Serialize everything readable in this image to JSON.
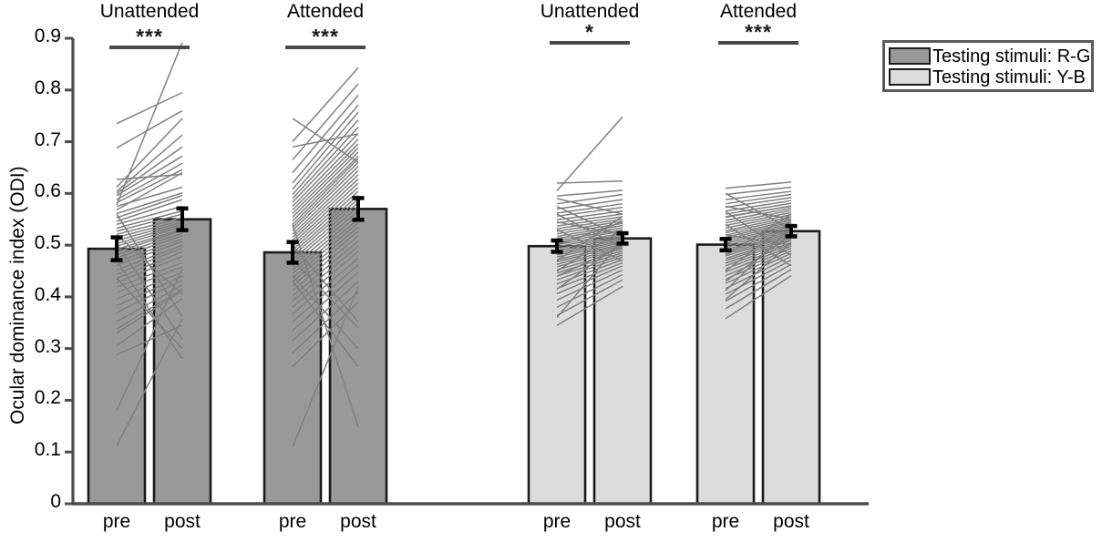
{
  "chart_data": {
    "type": "bar",
    "title": "",
    "xlabel": "",
    "ylabel": "Ocular dominance index (ODI)",
    "ylim": [
      0,
      0.9
    ],
    "ytick_labels": [
      "0",
      "0.1",
      "0.2",
      "0.3",
      "0.4",
      "0.5",
      "0.6",
      "0.7",
      "0.8",
      "0.9"
    ],
    "ytick_values": [
      0,
      0.1,
      0.2,
      0.3,
      0.4,
      0.5,
      0.6,
      0.7,
      0.8,
      0.9
    ],
    "grid": false,
    "legend_position": "right-top",
    "categories": [
      "pre",
      "post"
    ],
    "group_titles": [
      "Unattended",
      "Attended",
      "Unattended",
      "Attended"
    ],
    "legend": [
      {
        "label": "Testing stimuli: R-G",
        "color": "#999999"
      },
      {
        "label": "Testing stimuli: Y-B",
        "color": "#dcdcdc"
      }
    ],
    "groups": [
      {
        "title": "Unattended",
        "stimulus": "R-G",
        "fill": "#999999",
        "significance": "***",
        "bars": [
          {
            "label": "pre",
            "value": 0.493,
            "error": 0.022
          },
          {
            "label": "post",
            "value": 0.55,
            "error": 0.021
          }
        ],
        "subject_lines": [
          [
            0.578,
            0.892
          ],
          [
            0.735,
            0.795
          ],
          [
            0.688,
            0.76
          ],
          [
            0.627,
            0.637
          ],
          [
            0.612,
            0.745
          ],
          [
            0.604,
            0.713
          ],
          [
            0.6,
            0.69
          ],
          [
            0.596,
            0.672
          ],
          [
            0.588,
            0.658
          ],
          [
            0.582,
            0.646
          ],
          [
            0.575,
            0.612
          ],
          [
            0.568,
            0.64
          ],
          [
            0.561,
            0.601
          ],
          [
            0.553,
            0.596
          ],
          [
            0.546,
            0.588
          ],
          [
            0.54,
            0.575
          ],
          [
            0.533,
            0.566
          ],
          [
            0.527,
            0.56
          ],
          [
            0.521,
            0.553
          ],
          [
            0.515,
            0.548
          ],
          [
            0.509,
            0.544
          ],
          [
            0.503,
            0.54
          ],
          [
            0.498,
            0.536
          ],
          [
            0.492,
            0.531
          ],
          [
            0.487,
            0.528
          ],
          [
            0.481,
            0.523
          ],
          [
            0.475,
            0.518
          ],
          [
            0.468,
            0.512
          ],
          [
            0.461,
            0.507
          ],
          [
            0.452,
            0.5
          ],
          [
            0.444,
            0.495
          ],
          [
            0.436,
            0.487
          ],
          [
            0.428,
            0.478
          ],
          [
            0.419,
            0.466
          ],
          [
            0.408,
            0.458
          ],
          [
            0.396,
            0.448
          ],
          [
            0.383,
            0.44
          ],
          [
            0.37,
            0.432
          ],
          [
            0.352,
            0.423
          ],
          [
            0.33,
            0.412
          ],
          [
            0.305,
            0.397
          ],
          [
            0.288,
            0.345
          ],
          [
            0.436,
            0.3
          ],
          [
            0.47,
            0.28
          ],
          [
            0.503,
            0.318
          ],
          [
            0.338,
            0.415
          ],
          [
            0.18,
            0.455
          ],
          [
            0.112,
            0.358
          ],
          [
            0.56,
            0.362
          ],
          [
            0.52,
            0.405
          ]
        ]
      },
      {
        "title": "Attended",
        "stimulus": "R-G",
        "fill": "#999999",
        "significance": "***",
        "bars": [
          {
            "label": "pre",
            "value": 0.486,
            "error": 0.02
          },
          {
            "label": "post",
            "value": 0.57,
            "error": 0.021
          }
        ],
        "subject_lines": [
          [
            0.7,
            0.843
          ],
          [
            0.665,
            0.812
          ],
          [
            0.64,
            0.79
          ],
          [
            0.62,
            0.771
          ],
          [
            0.608,
            0.757
          ],
          [
            0.598,
            0.742
          ],
          [
            0.59,
            0.728
          ],
          [
            0.583,
            0.716
          ],
          [
            0.575,
            0.705
          ],
          [
            0.568,
            0.696
          ],
          [
            0.561,
            0.688
          ],
          [
            0.554,
            0.68
          ],
          [
            0.547,
            0.672
          ],
          [
            0.54,
            0.667
          ],
          [
            0.534,
            0.66
          ],
          [
            0.528,
            0.652
          ],
          [
            0.521,
            0.644
          ],
          [
            0.515,
            0.636
          ],
          [
            0.509,
            0.628
          ],
          [
            0.503,
            0.62
          ],
          [
            0.497,
            0.612
          ],
          [
            0.491,
            0.604
          ],
          [
            0.485,
            0.596
          ],
          [
            0.479,
            0.589
          ],
          [
            0.472,
            0.582
          ],
          [
            0.466,
            0.574
          ],
          [
            0.459,
            0.566
          ],
          [
            0.452,
            0.558
          ],
          [
            0.445,
            0.55
          ],
          [
            0.437,
            0.543
          ],
          [
            0.429,
            0.535
          ],
          [
            0.421,
            0.527
          ],
          [
            0.412,
            0.518
          ],
          [
            0.402,
            0.508
          ],
          [
            0.392,
            0.498
          ],
          [
            0.38,
            0.488
          ],
          [
            0.367,
            0.475
          ],
          [
            0.352,
            0.462
          ],
          [
            0.335,
            0.448
          ],
          [
            0.315,
            0.43
          ],
          [
            0.292,
            0.41
          ],
          [
            0.265,
            0.39
          ],
          [
            0.5,
            0.352
          ],
          [
            0.472,
            0.34
          ],
          [
            0.44,
            0.3
          ],
          [
            0.43,
            0.265
          ],
          [
            0.54,
            0.148
          ],
          [
            0.11,
            0.42
          ],
          [
            0.745,
            0.66
          ],
          [
            0.69,
            0.715
          ]
        ]
      },
      {
        "title": "Unattended",
        "stimulus": "Y-B",
        "fill": "#dcdcdc",
        "significance": "*",
        "bars": [
          {
            "label": "pre",
            "value": 0.498,
            "error": 0.011
          },
          {
            "label": "post",
            "value": 0.513,
            "error": 0.01
          }
        ],
        "subject_lines": [
          [
            0.605,
            0.748
          ],
          [
            0.62,
            0.624
          ],
          [
            0.595,
            0.606
          ],
          [
            0.58,
            0.598
          ],
          [
            0.57,
            0.588
          ],
          [
            0.562,
            0.58
          ],
          [
            0.556,
            0.573
          ],
          [
            0.549,
            0.566
          ],
          [
            0.543,
            0.56
          ],
          [
            0.537,
            0.555
          ],
          [
            0.532,
            0.55
          ],
          [
            0.527,
            0.546
          ],
          [
            0.522,
            0.542
          ],
          [
            0.517,
            0.538
          ],
          [
            0.513,
            0.534
          ],
          [
            0.509,
            0.53
          ],
          [
            0.505,
            0.527
          ],
          [
            0.501,
            0.523
          ],
          [
            0.497,
            0.52
          ],
          [
            0.493,
            0.517
          ],
          [
            0.489,
            0.514
          ],
          [
            0.485,
            0.511
          ],
          [
            0.481,
            0.508
          ],
          [
            0.477,
            0.505
          ],
          [
            0.472,
            0.502
          ],
          [
            0.468,
            0.499
          ],
          [
            0.463,
            0.496
          ],
          [
            0.458,
            0.493
          ],
          [
            0.452,
            0.489
          ],
          [
            0.446,
            0.485
          ],
          [
            0.44,
            0.481
          ],
          [
            0.433,
            0.477
          ],
          [
            0.425,
            0.472
          ],
          [
            0.416,
            0.466
          ],
          [
            0.406,
            0.46
          ],
          [
            0.394,
            0.452
          ],
          [
            0.38,
            0.443
          ],
          [
            0.364,
            0.433
          ],
          [
            0.345,
            0.42
          ],
          [
            0.36,
            0.51
          ],
          [
            0.415,
            0.505
          ],
          [
            0.45,
            0.53
          ],
          [
            0.53,
            0.47
          ],
          [
            0.56,
            0.495
          ],
          [
            0.575,
            0.515
          ],
          [
            0.5,
            0.545
          ],
          [
            0.47,
            0.556
          ],
          [
            0.44,
            0.498
          ],
          [
            0.59,
            0.56
          ],
          [
            0.545,
            0.52
          ]
        ]
      },
      {
        "title": "Attended",
        "stimulus": "Y-B",
        "fill": "#dcdcdc",
        "significance": "***",
        "bars": [
          {
            "label": "pre",
            "value": 0.501,
            "error": 0.011
          },
          {
            "label": "post",
            "value": 0.527,
            "error": 0.01
          }
        ],
        "subject_lines": [
          [
            0.61,
            0.622
          ],
          [
            0.598,
            0.612
          ],
          [
            0.588,
            0.604
          ],
          [
            0.58,
            0.598
          ],
          [
            0.573,
            0.592
          ],
          [
            0.566,
            0.586
          ],
          [
            0.56,
            0.581
          ],
          [
            0.554,
            0.576
          ],
          [
            0.548,
            0.571
          ],
          [
            0.543,
            0.567
          ],
          [
            0.538,
            0.563
          ],
          [
            0.533,
            0.559
          ],
          [
            0.528,
            0.555
          ],
          [
            0.524,
            0.551
          ],
          [
            0.519,
            0.548
          ],
          [
            0.515,
            0.545
          ],
          [
            0.511,
            0.542
          ],
          [
            0.507,
            0.539
          ],
          [
            0.503,
            0.536
          ],
          [
            0.499,
            0.533
          ],
          [
            0.495,
            0.53
          ],
          [
            0.491,
            0.527
          ],
          [
            0.487,
            0.524
          ],
          [
            0.483,
            0.521
          ],
          [
            0.479,
            0.518
          ],
          [
            0.474,
            0.515
          ],
          [
            0.47,
            0.512
          ],
          [
            0.465,
            0.509
          ],
          [
            0.46,
            0.505
          ],
          [
            0.454,
            0.502
          ],
          [
            0.448,
            0.498
          ],
          [
            0.441,
            0.494
          ],
          [
            0.434,
            0.489
          ],
          [
            0.426,
            0.484
          ],
          [
            0.416,
            0.478
          ],
          [
            0.405,
            0.471
          ],
          [
            0.392,
            0.463
          ],
          [
            0.377,
            0.453
          ],
          [
            0.358,
            0.441
          ],
          [
            0.565,
            0.48
          ],
          [
            0.54,
            0.46
          ],
          [
            0.52,
            0.5
          ],
          [
            0.48,
            0.56
          ],
          [
            0.45,
            0.545
          ],
          [
            0.43,
            0.52
          ],
          [
            0.6,
            0.53
          ],
          [
            0.575,
            0.55
          ],
          [
            0.555,
            0.575
          ],
          [
            0.395,
            0.505
          ],
          [
            0.412,
            0.535
          ]
        ]
      }
    ]
  },
  "colors": {
    "bar_dark": "#999999",
    "bar_light": "#dcdcdc",
    "bar_edge": "#1a1a1a",
    "axis": "#4d4d4d",
    "subject_line": "#808080",
    "error_bar": "#000000",
    "sig_line": "#4a4a4a",
    "legend_border": "#5a5a5a",
    "text": "#000000"
  }
}
